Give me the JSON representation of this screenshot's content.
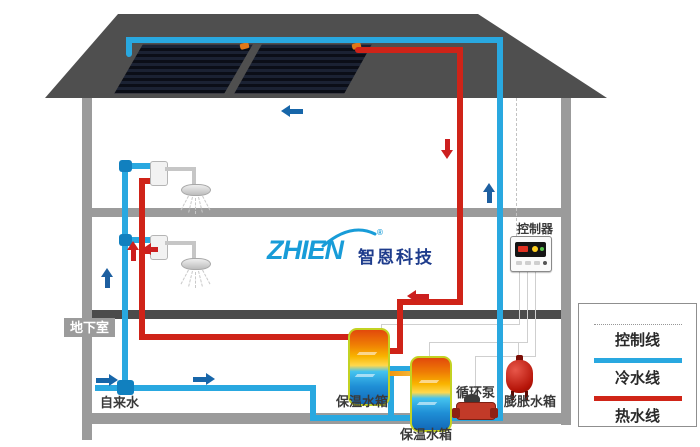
{
  "logo": {
    "brand": "ZHIEN",
    "registered": "®",
    "company": "智恩科技",
    "brand_color": "#189cd8",
    "company_color": "#1e3c8c"
  },
  "labels": {
    "controller": "控制器",
    "basement": "地下室",
    "tap_water": "自来水",
    "tank1": "保温水箱",
    "tank2": "保温水箱",
    "pump": "循环泵",
    "expansion_tank": "膨胀水箱"
  },
  "legend": {
    "items": [
      {
        "label": "控制线",
        "line_style": "dotted",
        "color": "#979797"
      },
      {
        "label": "冷水线",
        "line_style": "solid",
        "color": "#29a8e0"
      },
      {
        "label": "热水线",
        "line_style": "solid",
        "color": "#d02518"
      }
    ]
  },
  "colors": {
    "cold_pipe": "#29a8e0",
    "hot_pipe": "#cf2318",
    "roof": "#4f4f4f",
    "wall": "#9b9b9b",
    "dark_floor": "#4b4b4b",
    "arrow_blue": "#1766a9",
    "arrow_red": "#cc1f1f",
    "tank_border": "#c3d223",
    "expansion_tank": "#b51408"
  },
  "icons": {
    "arrows": [
      {
        "name": "attic-flow-left-arrow",
        "direction": "left",
        "color": "#1766a9"
      },
      {
        "name": "hot-downcomer-arrow",
        "direction": "down",
        "color": "#cc1f1f"
      },
      {
        "name": "cold-riser-up-arrow",
        "direction": "up",
        "color": "#1d5fa0"
      },
      {
        "name": "shower-riser-up-arrow",
        "direction": "up",
        "color": "#1d5fa0"
      },
      {
        "name": "hot-riser-up-arrow",
        "direction": "up",
        "color": "#cc1f1f"
      },
      {
        "name": "hot-branch-left-arrow",
        "direction": "left",
        "color": "#cc1f1f"
      },
      {
        "name": "hot-return-left-arrow",
        "direction": "left",
        "color": "#cc1f1f"
      },
      {
        "name": "tap-inlet-right-arrow",
        "direction": "right",
        "color": "#1766a9"
      },
      {
        "name": "tap-flow-right-arrow",
        "direction": "right",
        "color": "#1766a9"
      }
    ]
  }
}
